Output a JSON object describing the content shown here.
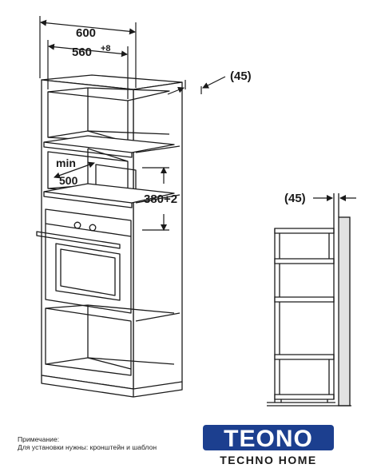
{
  "dimensions": {
    "width_total": "600",
    "width_niche": "560",
    "width_niche_tolerance": "+8",
    "depth_offset_main": "(45)",
    "min_label": "min",
    "min_value": "500",
    "height_niche": "380+2",
    "depth_offset_side": "(45)"
  },
  "note": {
    "title": "Примечание:",
    "text": "Для установки нужны: кронштейн и шаблон"
  },
  "logo": {
    "brand": "TEONO",
    "tagline": "TECHNO HOME",
    "brand_color": "#1c3f8f",
    "accent_color": "#2f7fd6"
  },
  "colors": {
    "line": "#1a1a1a",
    "wall_fill": "#e2e2e2"
  }
}
